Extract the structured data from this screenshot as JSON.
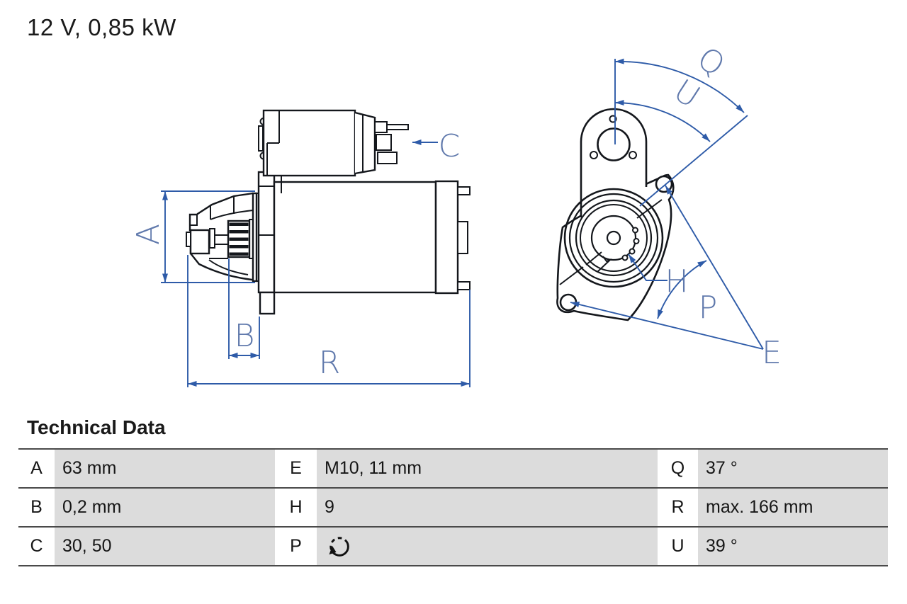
{
  "title": "12 V, 0,85 kW",
  "diagram": {
    "labels": {
      "A": "A",
      "B": "B",
      "C": "C",
      "R": "R",
      "Q": "Q",
      "U": "U",
      "H": "H",
      "P": "P",
      "E": "E"
    },
    "views": [
      "side-view",
      "mounting-flange-front-view"
    ]
  },
  "table": {
    "heading": "Technical Data",
    "rows": [
      {
        "cells": [
          {
            "key": "A",
            "value": "63 mm"
          },
          {
            "key": "E",
            "value": "M10, 11 mm"
          },
          {
            "key": "Q",
            "value": "37 °"
          }
        ]
      },
      {
        "cells": [
          {
            "key": "B",
            "value": "0,2 mm"
          },
          {
            "key": "H",
            "value": "9"
          },
          {
            "key": "R",
            "value": "max. 166 mm"
          }
        ]
      },
      {
        "cells": [
          {
            "key": "C",
            "value": "30, 50"
          },
          {
            "key": "P",
            "value": "",
            "icon": "rotation-direction-icon"
          },
          {
            "key": "U",
            "value": "39 °"
          }
        ]
      }
    ]
  },
  "colors": {
    "dimension_blue": "#2e5ba8",
    "label_blue": "#6079ac",
    "part_line": "#14171c",
    "cell_gray": "#dcdcdc",
    "row_line": "#4a4a4a"
  }
}
